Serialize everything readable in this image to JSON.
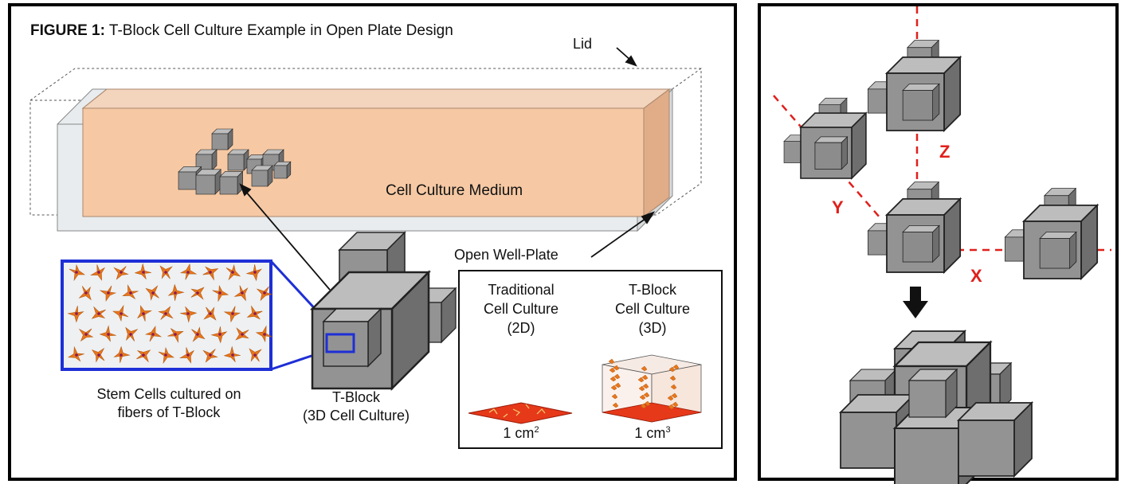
{
  "figure": {
    "title_prefix": "FIGURE 1:",
    "title_text": "T-Block Cell Culture Example in Open Plate Design"
  },
  "labels": {
    "lid": "Lid",
    "medium": "Cell Culture Medium",
    "well_plate": "Open Well-Plate",
    "stem_cells_line1": "Stem Cells cultured on",
    "stem_cells_line2": "fibers of T-Block",
    "tblock_line1": "T-Block",
    "tblock_line2": "(3D Cell Culture)"
  },
  "comparison": {
    "traditional": {
      "line1": "Traditional",
      "line2": "Cell Culture",
      "line3": "(2D)",
      "unit_base": "1 cm",
      "unit_exp": "2"
    },
    "tblock": {
      "line1": "T-Block",
      "line2": "Cell Culture",
      "line3": "(3D)",
      "unit_base": "1 cm",
      "unit_exp": "3"
    }
  },
  "axes": {
    "x": "X",
    "y": "Y",
    "z": "Z"
  },
  "colors": {
    "medium_fill": "#f6c9a4",
    "block_gray": "#8c8c8c",
    "axis_red": "#e0201c",
    "zoom_blue": "#1e2fd6",
    "cell_orange": "#e8761c",
    "culture_red": "#e6391a"
  },
  "icons": [
    "arrow-down-icon",
    "tblock-icon"
  ]
}
